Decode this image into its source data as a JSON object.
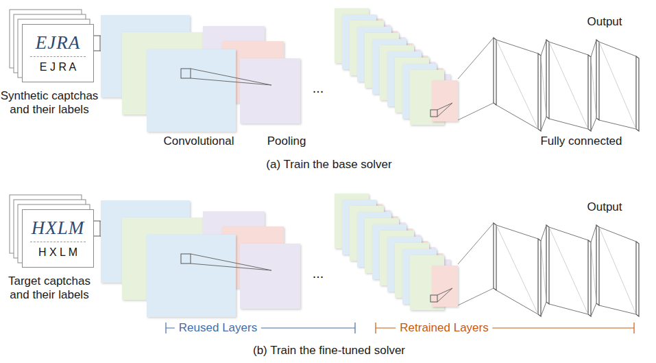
{
  "diagram": {
    "nodes": [
      {
        "text": [
          "EJRA",
          "E J R A"
        ]
      },
      {
        "text": [
          "HXLM",
          "H X L M"
        ]
      }
    ],
    "labels": [
      "Synthetic captchas and their labels",
      "Convolutional",
      "Pooling",
      "...",
      "Output",
      "Fully connected",
      "(a) Train the base solver",
      "Target captchas and their labels",
      "...",
      "Output",
      "Reused Layers",
      "Retrained Layers",
      "(b) Train the fine-tuned solver"
    ]
  }
}
